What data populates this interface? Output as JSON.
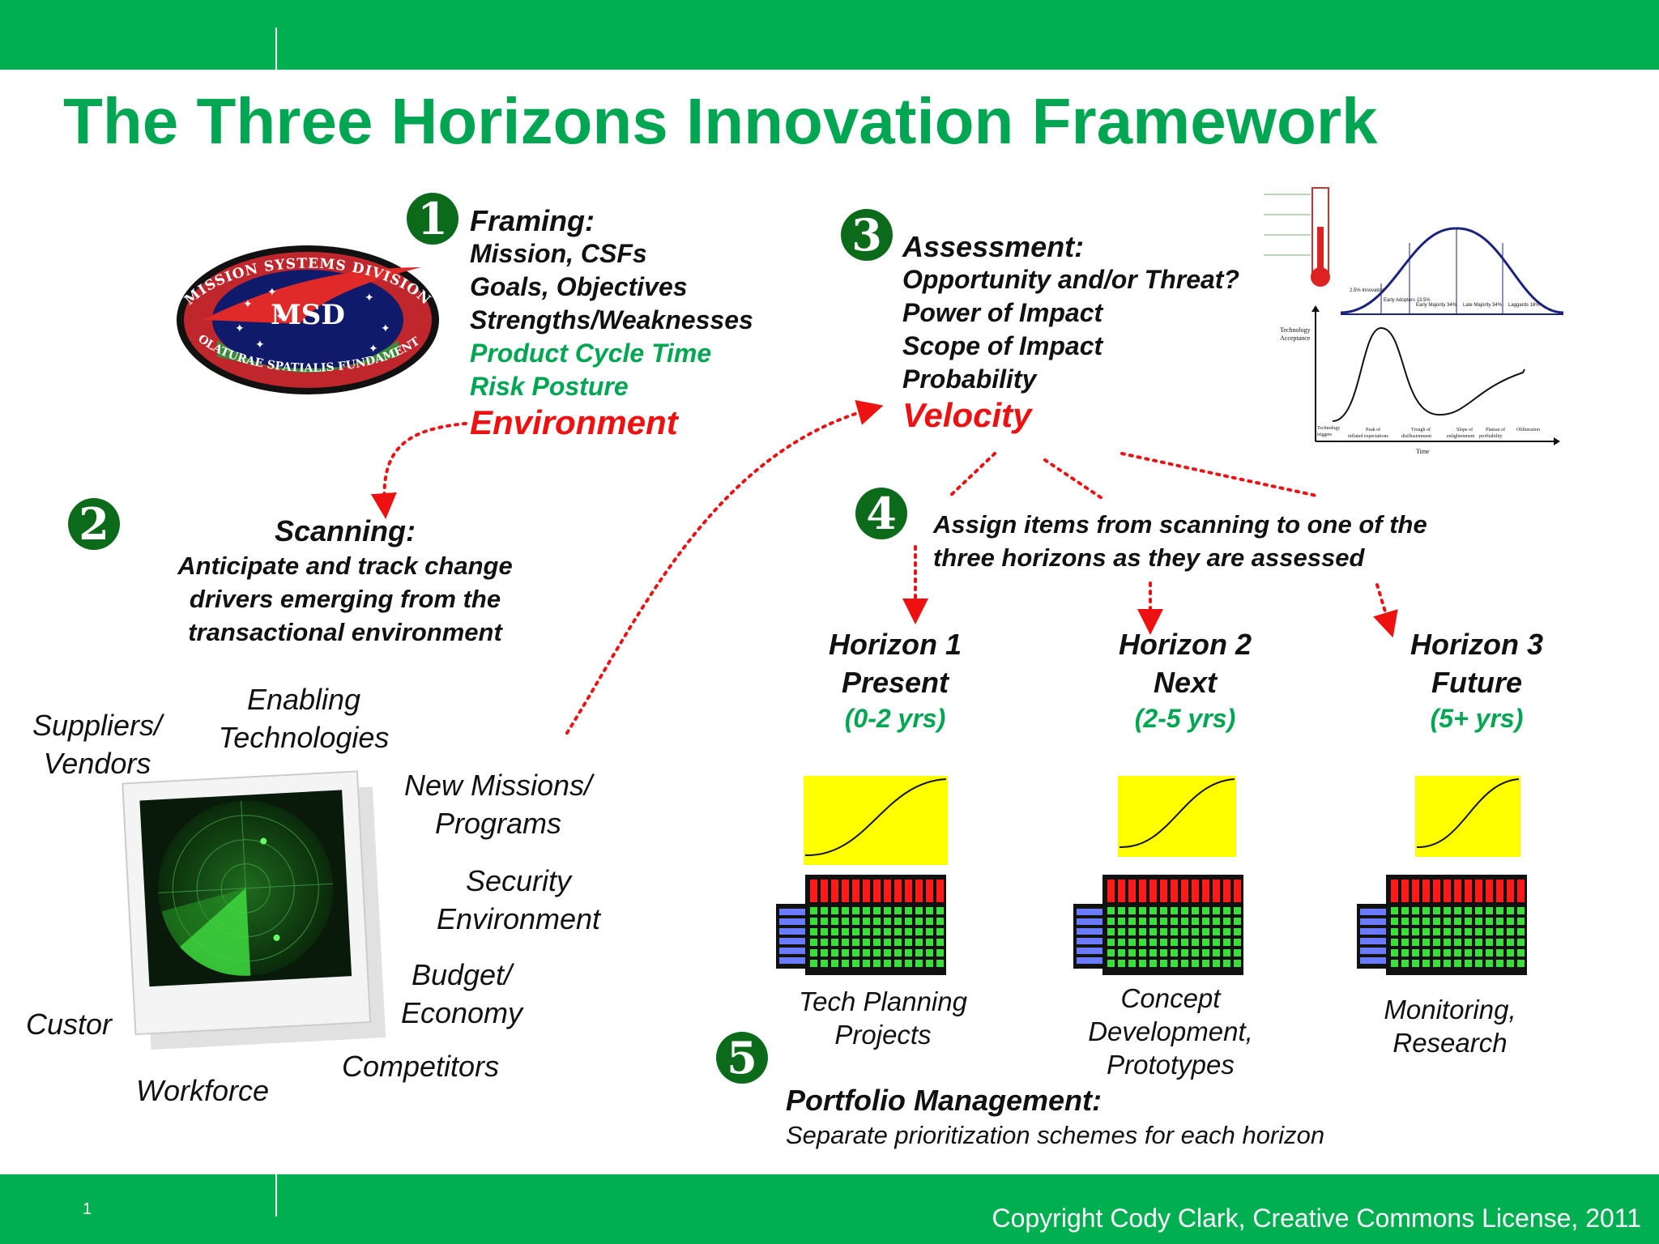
{
  "title": "The Three Horizons Innovation Framework",
  "logo": {
    "top_text": "MISSION SYSTEMS DIVISION",
    "letters": "MSD",
    "bottom_text": "VOLATURAE SPATIALIS FUNDAMENTA"
  },
  "steps": {
    "s1": {
      "num": "1",
      "heading": "Framing:",
      "items": [
        "Mission, CSFs",
        "Goals, Objectives",
        "Strengths/Weaknesses"
      ],
      "green_items": [
        "Product Cycle Time",
        "Risk Posture"
      ],
      "red_item": "Environment"
    },
    "s2": {
      "num": "2",
      "heading": "Scanning:",
      "lines": [
        "Anticipate and track change",
        "drivers emerging from the",
        "transactional environment"
      ]
    },
    "s3": {
      "num": "3",
      "heading": "Assessment:",
      "items": [
        "Opportunity and/or Threat?",
        "Power of Impact",
        "Scope of Impact",
        "Probability"
      ],
      "red_item": "Velocity"
    },
    "s4": {
      "num": "4",
      "lines": [
        "Assign items from scanning to one of the",
        "three horizons as they are assessed"
      ]
    },
    "s5": {
      "num": "5",
      "heading": "Portfolio Management:",
      "sub": "Separate prioritization schemes for each horizon"
    }
  },
  "drivers": {
    "suppliers": [
      "Suppliers/",
      "Vendors"
    ],
    "enabling": [
      "Enabling",
      "Technologies"
    ],
    "missions": [
      "New Missions/",
      "Programs"
    ],
    "security": [
      "Security",
      "Environment"
    ],
    "budget": [
      "Budget/",
      "Economy"
    ],
    "competitors": "Competitors",
    "customers": "Custor",
    "workforce": "Workforce"
  },
  "horizons": [
    {
      "title": "Horizon 1",
      "sub": "Present",
      "range": "(0-2 yrs)",
      "caption": [
        "Tech Planning",
        "Projects"
      ]
    },
    {
      "title": "Horizon 2",
      "sub": "Next",
      "range": "(2-5 yrs)",
      "caption": [
        "Concept",
        "Development,",
        "Prototypes"
      ]
    },
    {
      "title": "Horizon 3",
      "sub": "Future",
      "range": "(5+ yrs)",
      "caption": [
        "Monitoring,",
        "Research"
      ]
    }
  ],
  "hype_chart": {
    "adoption_labels": [
      "2.5% Innovators",
      "Early Adopters 13.5%",
      "Early Majority 34%",
      "Late Majority 34%",
      "Laggards 16%"
    ],
    "ylabel": [
      "Technology",
      "Acceptance"
    ],
    "xlabel": "Time",
    "phase_labels": [
      [
        "Technology",
        "triggers"
      ],
      [
        "Peak of",
        "inflated expectations"
      ],
      [
        "Trough of",
        "disillusionment"
      ],
      [
        "Slope of",
        "enlightenment"
      ],
      [
        "Plateau of",
        "profitability"
      ],
      [
        "Obliteration"
      ]
    ]
  },
  "footer": {
    "page": "1",
    "copyright": "Copyright Cody Clark, Creative Commons License, 2011"
  },
  "colors": {
    "green": "#00b050",
    "title_green": "#00a651",
    "red": "#ee1111",
    "badge": "#0b6b1a"
  }
}
